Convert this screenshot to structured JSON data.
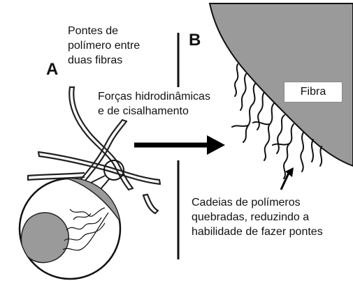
{
  "panel_a": {
    "label": "A"
  },
  "panel_b": {
    "label": "B"
  },
  "bridges_caption": "Pontes de\npolímero entre\nduas fibras",
  "forces_caption": "Forças hidrodinâmicas\ne de cisalhamento",
  "fiber_label": "Fibra",
  "broken_chains_caption": "Cadeias de polímeros\nquebradas, reduzindo a\nhabilidade de fazer pontes"
}
